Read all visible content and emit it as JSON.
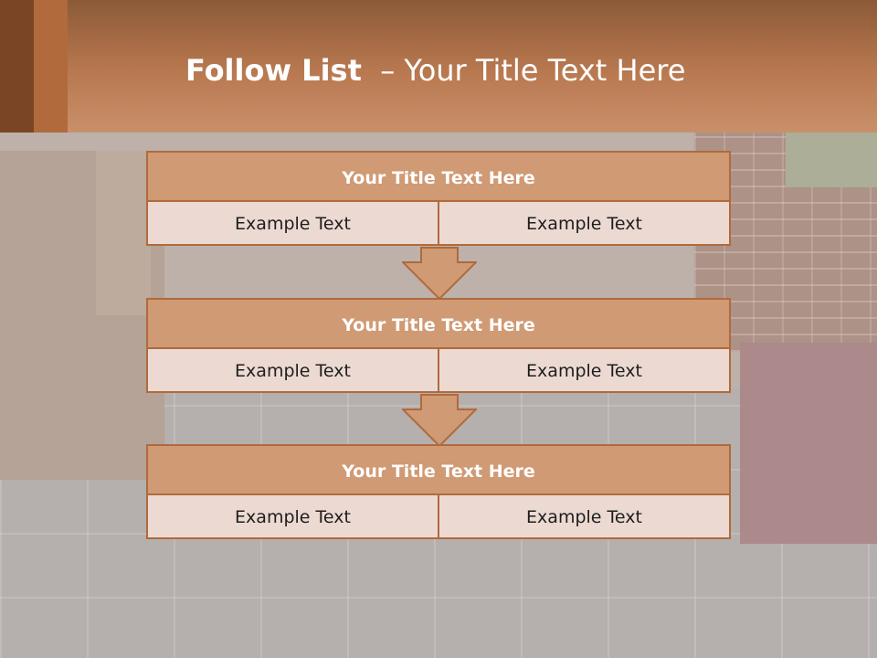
{
  "slide": {
    "title_bold": "Follow List",
    "title_rest": "  – Your Title Text Here"
  },
  "steps": [
    {
      "title": "Your Title Text Here",
      "left": "Example Text",
      "right": "Example Text"
    },
    {
      "title": "Your Title Text Here",
      "left": "Example Text",
      "right": "Example Text"
    },
    {
      "title": "Your Title Text Here",
      "left": "Example Text",
      "right": "Example Text"
    }
  ],
  "colors": {
    "banner": "#b97950",
    "header_fill": "#cf9a74",
    "cell_fill": "#ecdad2",
    "border": "#b06a3c"
  }
}
